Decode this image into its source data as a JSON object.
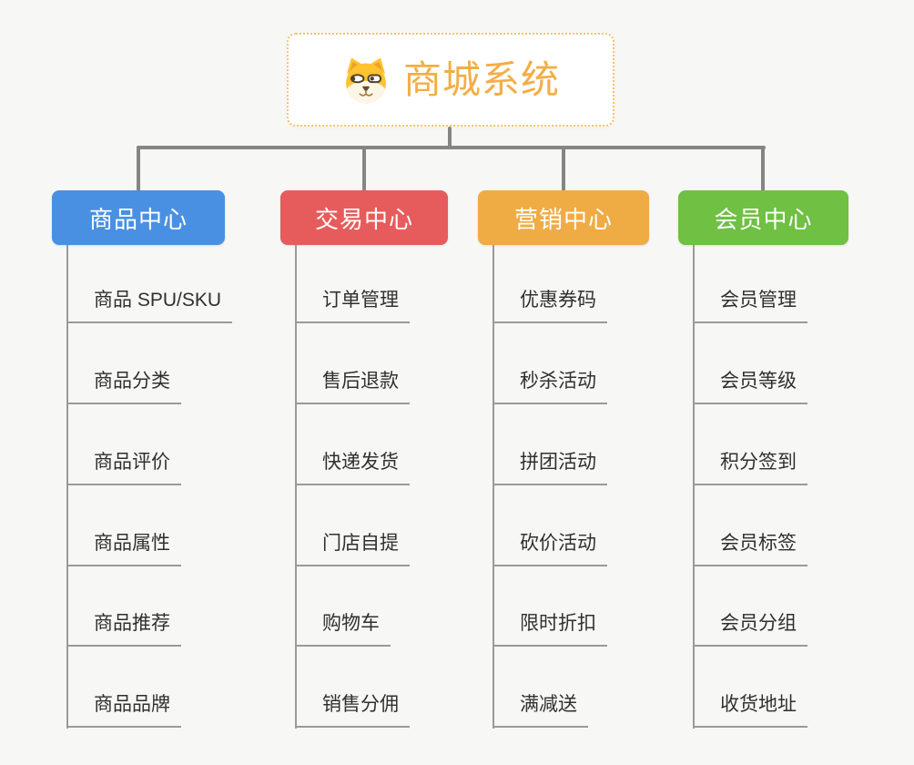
{
  "page": {
    "background": "#f7f7f6"
  },
  "root": {
    "title": "商城系统",
    "title_color": "#f2ae47",
    "border_color": "#f2c46d",
    "background": "#ffffff",
    "icon": "shiba-dog-icon"
  },
  "lines": {
    "connector_color": "#858585",
    "branch_line_color": "#9a9a9a"
  },
  "columns": [
    {
      "label": "商品中心",
      "color": "#4a90e2",
      "items": [
        "商品 SPU/SKU",
        "商品分类",
        "商品评价",
        "商品属性",
        "商品推荐",
        "商品品牌"
      ]
    },
    {
      "label": "交易中心",
      "color": "#e65c5c",
      "items": [
        "订单管理",
        "售后退款",
        "快递发货",
        "门店自提",
        "购物车",
        "销售分佣"
      ]
    },
    {
      "label": "营销中心",
      "color": "#efac44",
      "items": [
        "优惠券码",
        "秒杀活动",
        "拼团活动",
        "砍价活动",
        "限时折扣",
        "满减送"
      ]
    },
    {
      "label": "会员中心",
      "color": "#6fc043",
      "items": [
        "会员管理",
        "会员等级",
        "积分签到",
        "会员标签",
        "会员分组",
        "收货地址"
      ]
    }
  ]
}
